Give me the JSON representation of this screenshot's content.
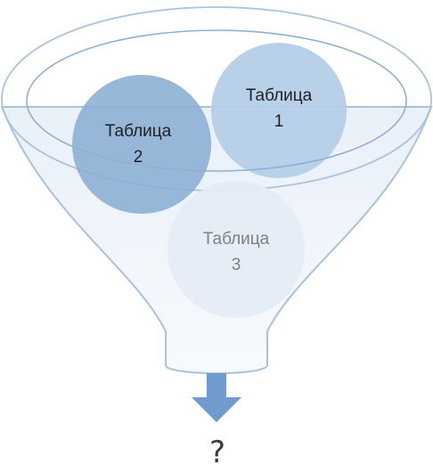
{
  "circles": [
    {
      "id": "c1",
      "line1": "Таблица",
      "line2": "1",
      "fill": "#b4cde6",
      "text_color": "#1f1f1f"
    },
    {
      "id": "c2",
      "line1": "Таблица",
      "line2": "2",
      "fill": "#8aaed3",
      "text_color": "#1f1f1f"
    },
    {
      "id": "c3",
      "line1": "Таблица",
      "line2": "3",
      "fill": "#e4ecf5",
      "text_color": "#808080"
    }
  ],
  "result": {
    "text": "?"
  },
  "colors": {
    "funnel_stroke": "#a9c2df",
    "funnel_fill": "#edf3fa",
    "arrow": "#6f9bce",
    "question": "#3c3c3c"
  }
}
